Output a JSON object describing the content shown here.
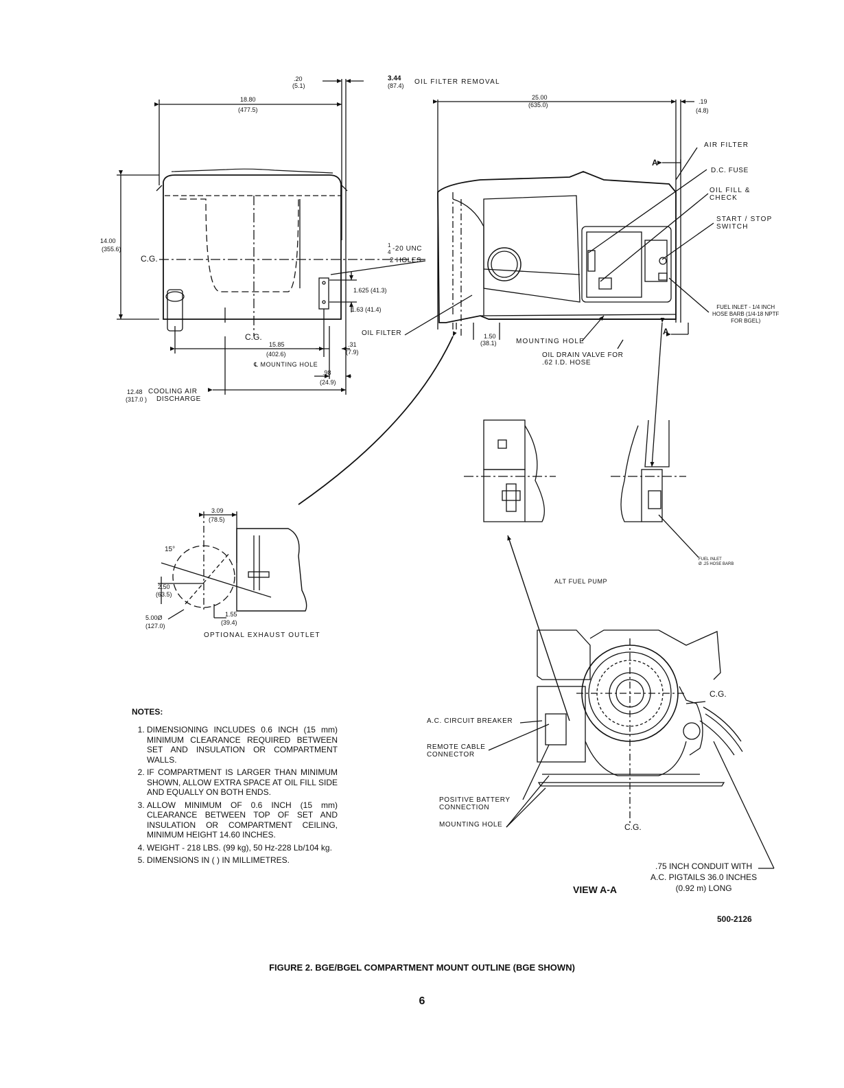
{
  "dimensions": {
    "d_020": ".20",
    "d_020_mm": "(5.1)",
    "d_344": "3.44",
    "d_344_mm": "(87.4)",
    "oil_filter_removal": "OIL FILTER REMOVAL",
    "d_1880": "18.80",
    "d_1880_mm": "(477.5)",
    "d_2500": "25.00",
    "d_2500_mm": "(635.0)",
    "d_019": ".19",
    "d_019_mm": "(4.8)",
    "d_1400": "14.00",
    "d_1400_mm": "(355.6)",
    "d_1625": "1.625 (41.3)",
    "d_163": "1.63 (41.4)",
    "d_1585": "15.85",
    "d_1585_mm": "(402.6)",
    "d_031": ".31",
    "d_031_mm": "(7.9)",
    "d_098": ".98",
    "d_098_mm": "(24.9)",
    "d_150": "1.50",
    "d_150_mm": "(38.1)",
    "d_1248": "12.48",
    "d_1248_mm": "(317.0 )",
    "d_309": "3.09",
    "d_309_mm": "(78.5)",
    "d_15deg": "15°",
    "d_250": "2.50",
    "d_250_mm": "(63.5)",
    "d_5000": "5.00Ø",
    "d_5000_mm": "(127.0)",
    "d_155": "1.55",
    "d_155_mm": "(39.4)"
  },
  "labels": {
    "cg": "C.G.",
    "cooling_air": "COOLING AIR",
    "discharge": "DISCHARGE",
    "mounting_hole_cl": "℄ MOUNTING HOLE",
    "unc_fraction_num": "1",
    "unc_fraction_den": "4",
    "unc": "-20 UNC",
    "two_holes": "2 HOLES",
    "oil_filter": "OIL FILTER",
    "mounting_hole": "MOUNTING HOLE",
    "oil_drain": "OIL DRAIN VALVE FOR\n.62 I.D. HOSE",
    "air_filter": "AIR FILTER",
    "dc_fuse": "D.C. FUSE",
    "oil_fill": "OIL FILL &\nCHECK",
    "start_stop": "START / STOP\nSWITCH",
    "fuel_inlet": "FUEL INLET - 1/4 INCH\nHOSE BARB (1/4-18 NPTF\nFOR BGEL)",
    "section_a": "A",
    "fuel_inlet_small": "FUEL INLET\nØ .25 HOSE BARB",
    "alt_fuel_pump": "ALT FUEL PUMP",
    "optional_exhaust": "OPTIONAL EXHAUST OUTLET",
    "ac_breaker": "A.C. CIRCUIT BREAKER",
    "remote_cable": "REMOTE CABLE\nCONNECTOR",
    "positive_battery": "POSITIVE BATTERY\nCONNECTION",
    "mounting_hole_2": "MOUNTING HOLE",
    "conduit": ".75 INCH CONDUIT WITH\nA.C. PIGTAILS 36.0 INCHES\n(0.92 m) LONG",
    "view_aa": "VIEW A-A"
  },
  "notes": {
    "title": "NOTES:",
    "items": [
      "DIMENSIONING INCLUDES 0.6 INCH (15 mm) MINIMUM CLEARANCE REQUIRED BETWEEN SET AND INSULATION OR COMPARTMENT WALLS.",
      "IF COMPARTMENT IS LARGER THAN MINIMUM SHOWN, ALLOW EXTRA SPACE AT OIL FILL SIDE AND EQUALLY ON BOTH ENDS.",
      "ALLOW MINIMUM OF 0.6 INCH (15 mm) CLEARANCE BETWEEN TOP OF SET AND INSULATION OR COMPARTMENT CEILING, MINIMUM HEIGHT 14.60 INCHES.",
      "WEIGHT - 218 LBS. (99 kg), 50 Hz-228 Lb/104 kg.",
      "DIMENSIONS IN (   ) IN MILLIMETRES."
    ]
  },
  "document_number": "500-2126",
  "caption": "FIGURE 2.   BGE/BGEL COMPARTMENT MOUNT OUTLINE (BGE SHOWN)",
  "page_number": "6"
}
